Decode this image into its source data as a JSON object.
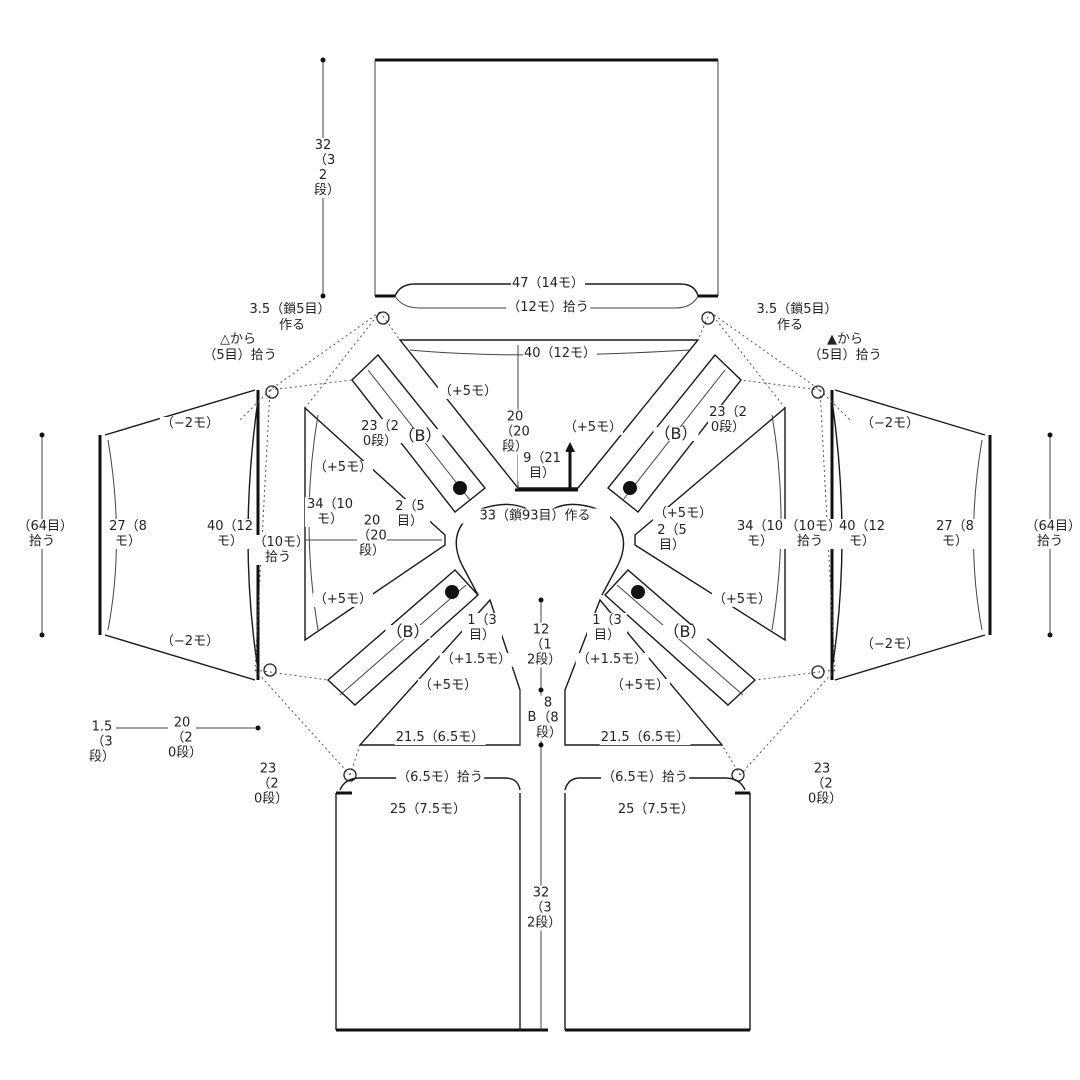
{
  "labels": {
    "back_width": "47（14モ）",
    "back_pickup": "（12モ）拾う",
    "back_inner": "40（12モ）",
    "back_height": "32（32段）",
    "ch5_left": "3.5（鎖5目）",
    "ch5_right": "3.5（鎖5目）",
    "tsukuru": "作る",
    "tri_open_from": "△から",
    "tri_solid_from": "▲から",
    "pick5": "（5目）拾う",
    "minus2": "（−2モ）",
    "plus5": "（+5モ）",
    "plus1_5": "（+1.5モ）",
    "pieceB": "（B）",
    "sleeve_pick": "（64目）拾う",
    "sleeve_27": "27（8モ）",
    "side_40": "40（12モ）",
    "side_10": "（10モ）拾う",
    "side_34": "34（10モ）",
    "mid_20": "20（20段）",
    "mid_2": "2（5目）",
    "band_23": "23（20段）",
    "neck_20": "20（20段）",
    "neck_9": "9（21目）",
    "neck_start": "33（鎖93目）作る",
    "front_1": "1（3目）",
    "front_12": "12（12段）",
    "front_8": "8（8段）",
    "letter_B": "B",
    "front_21": "21.5（6.5モ）",
    "front_pick": "（6.5モ）拾う",
    "front_25": "25（7.5モ）",
    "front_32": "32（32段）",
    "edge_1_5": "1.5（3段）"
  },
  "colors": {
    "line": "#1a1a1a",
    "dotted": "#555555",
    "background": "#ffffff"
  }
}
